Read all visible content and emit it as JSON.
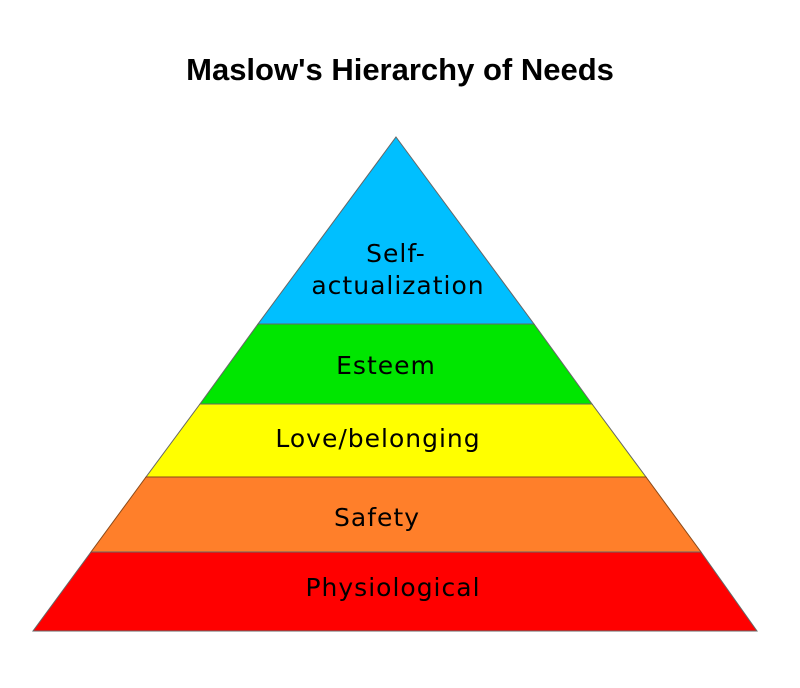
{
  "title": "Maslow's Hierarchy of Needs",
  "layers": [
    {
      "line1": "Self-",
      "line2": "actualization",
      "color": "#00BFFF"
    },
    {
      "label": "Esteem",
      "color": "#00E600"
    },
    {
      "label": "Love/belonging",
      "color": "#FFFF00"
    },
    {
      "label": "Safety",
      "color": "#FF7F2A"
    },
    {
      "label": "Physiological",
      "color": "#FF0000"
    }
  ]
}
